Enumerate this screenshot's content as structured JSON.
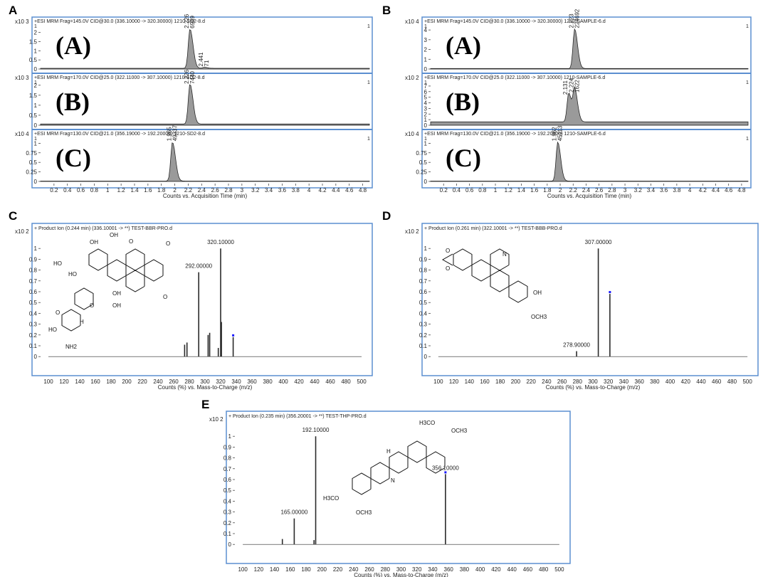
{
  "figure_labels": [
    "A",
    "B",
    "C",
    "D",
    "E"
  ],
  "colors": {
    "frame": "#5b8fd0",
    "trace": "#2a2a2a",
    "peak_fill": "#9a9a9a",
    "precursor_marker": "#1a1aff"
  },
  "chart_data": [
    {
      "id": "A",
      "type": "line",
      "xlabel": "Counts vs. Acquisition Time (min)",
      "xlim": [
        0,
        4.9
      ],
      "xticks": [
        "0.2",
        "0.4",
        "0.6",
        "0.8",
        "1",
        "1.2",
        "1.4",
        "1.6",
        "1.8",
        "2",
        "2.2",
        "2.4",
        "2.6",
        "2.8",
        "3",
        "3.2",
        "3.4",
        "3.6",
        "3.8",
        "4",
        "4.2",
        "4.4",
        "4.6",
        "4.8"
      ],
      "traces": [
        {
          "header": "+ESI MRM Frag=145.0V CID@30.0 (336.10000 -> 320.30000) 1210-SD2-8.d",
          "multiplier": "x10 3",
          "panel_label": "(A)",
          "ylim": [
            0,
            2.3
          ],
          "yticks": [
            "0",
            "0.5",
            "1",
            "1.5",
            "2"
          ],
          "corner_marks": [
            "1",
            "1"
          ],
          "baseline": 0.04,
          "peaks": [
            {
              "rt": 2.226,
              "height": 2.15,
              "label": "2.226",
              "sublabel": "6989"
            },
            {
              "rt": 2.441,
              "height": 0.06,
              "label": "2.441",
              "sublabel": "71"
            }
          ]
        },
        {
          "header": "+ESI MRM Frag=170.0V CID@25.0 (322.11000 -> 307.10000) 1210-SD2-8.d",
          "multiplier": "x10 3",
          "panel_label": "(B)",
          "ylim": [
            0,
            2.1
          ],
          "yticks": [
            "0",
            "0.5",
            "1",
            "1.5",
            "2"
          ],
          "corner_marks": [
            "1",
            "1"
          ],
          "baseline": 0.06,
          "peaks": [
            {
              "rt": 2.226,
              "height": 2.0,
              "label": "2.226",
              "sublabel": "7440"
            }
          ]
        },
        {
          "header": "+ESI MRM Frag=130.0V CID@21.0 (356.19000 -> 192.20000) 1210-SD2-8.d",
          "multiplier": "x10 4",
          "panel_label": "(C)",
          "ylim": [
            0,
            1.1
          ],
          "yticks": [
            "0",
            "0.25",
            "0.5",
            "0.75",
            "1"
          ],
          "corner_marks": [
            "1",
            "1"
          ],
          "baseline": 0.01,
          "peaks": [
            {
              "rt": 1.965,
              "height": 1.02,
              "label": "1.965",
              "sublabel": "49337"
            }
          ]
        }
      ]
    },
    {
      "id": "B",
      "type": "line",
      "xlabel": "Counts vs. Acquisition Time (min)",
      "xlim": [
        0,
        4.9
      ],
      "xticks": [
        "0.2",
        "0.4",
        "0.6",
        "0.8",
        "1",
        "1.2",
        "1.4",
        "1.6",
        "1.8",
        "2",
        "2.2",
        "2.4",
        "2.6",
        "2.8",
        "3",
        "3.2",
        "3.4",
        "3.6",
        "3.8",
        "4",
        "4.2",
        "4.4",
        "4.6",
        "4.8"
      ],
      "traces": [
        {
          "header": "+ESI MRM Frag=145.0V CID@30.0 (336.10000 -> 320.30000) 1210-SAMPLE-6.d",
          "multiplier": "x10 4",
          "panel_label": "(A)",
          "ylim": [
            0,
            4.3
          ],
          "yticks": [
            "0",
            "1",
            "2",
            "3",
            "4"
          ],
          "corner_marks": [
            "1",
            "1"
          ],
          "baseline": 0.05,
          "peaks": [
            {
              "rt": 2.223,
              "height": 4.05,
              "label": "2.223",
              "sublabel": "224692"
            }
          ]
        },
        {
          "header": "+ESI MRM Frag=170.0V CID@25.0 (322.11000 -> 307.10000) 1210-SAMPLE-6.d",
          "multiplier": "x10 2",
          "panel_label": "(B)",
          "ylim": [
            0,
            7.5
          ],
          "yticks": [
            "0",
            "1",
            "2",
            "3",
            "4",
            "5",
            "6",
            "7"
          ],
          "corner_marks": [
            "1",
            "1"
          ],
          "baseline": 0.6,
          "peaks": [
            {
              "rt": 2.131,
              "height": 5.2,
              "label": "2.131",
              "sublabel": ""
            },
            {
              "rt": 2.224,
              "height": 5.6,
              "label": "2.224",
              "sublabel": "1622"
            }
          ]
        },
        {
          "header": "+ESI MRM Frag=130.0V CID@21.0 (356.19000 -> 192.20000) 1210-SAMPLE-6.d",
          "multiplier": "x10 4",
          "panel_label": "(C)",
          "ylim": [
            0,
            1.1
          ],
          "yticks": [
            "0",
            "0.25",
            "0.5",
            "0.75",
            "1"
          ],
          "corner_marks": [
            "1",
            "1"
          ],
          "baseline": 0.01,
          "peaks": [
            {
              "rt": 1.962,
              "height": 1.02,
              "label": "1.962",
              "sublabel": "45113"
            }
          ]
        }
      ]
    },
    {
      "id": "C",
      "type": "bar",
      "header": "+ Product Ion (0.244 min) (336.10001 -> **) TEST-BBR-PRO.d",
      "multiplier": "x10 2",
      "xlabel": "Counts (%) vs. Mass-to-Charge (m/z)",
      "xlim": [
        90,
        510
      ],
      "ylim": [
        -0.15,
        1.1
      ],
      "xticks": [
        "100",
        "120",
        "140",
        "160",
        "180",
        "200",
        "220",
        "240",
        "260",
        "280",
        "300",
        "320",
        "340",
        "360",
        "380",
        "400",
        "420",
        "440",
        "460",
        "480",
        "500"
      ],
      "yticks": [
        "0",
        "0.1",
        "0.2",
        "0.3",
        "0.4",
        "0.5",
        "0.6",
        "0.7",
        "0.8",
        "0.9",
        "1"
      ],
      "peaks": [
        {
          "mz": 274,
          "i": 0.11
        },
        {
          "mz": 277,
          "i": 0.13
        },
        {
          "mz": 292,
          "i": 0.78,
          "label": "292.00000"
        },
        {
          "mz": 304,
          "i": 0.2
        },
        {
          "mz": 306,
          "i": 0.22
        },
        {
          "mz": 317,
          "i": 0.08
        },
        {
          "mz": 320,
          "i": 1.0,
          "label": "320.10000"
        },
        {
          "mz": 321,
          "i": 0.32
        },
        {
          "mz": 336,
          "i": 0.18
        }
      ],
      "precursor": {
        "mz": 336,
        "i": 0.18
      },
      "structure_labels": [
        "HO",
        "OH",
        "HO",
        "OH",
        "O",
        "O",
        "OH",
        "OH",
        "O",
        "O",
        "HO",
        "NH2",
        "H",
        "O"
      ]
    },
    {
      "id": "D",
      "type": "bar",
      "header": "+ Product Ion (0.261 min) (322.10001 -> **) TEST-BBB-PRO.d",
      "multiplier": "x10 2",
      "xlabel": "Counts (%) vs. Mass-to-Charge (m/z)",
      "xlim": [
        90,
        510
      ],
      "ylim": [
        -0.15,
        1.1
      ],
      "xticks": [
        "100",
        "120",
        "140",
        "160",
        "180",
        "200",
        "220",
        "240",
        "260",
        "280",
        "300",
        "320",
        "340",
        "360",
        "380",
        "400",
        "420",
        "440",
        "460",
        "480",
        "500"
      ],
      "yticks": [
        "0",
        "0.1",
        "0.2",
        "0.3",
        "0.4",
        "0.5",
        "0.6",
        "0.7",
        "0.8",
        "0.9",
        "1"
      ],
      "peaks": [
        {
          "mz": 278.9,
          "i": 0.05,
          "label": "278.90000"
        },
        {
          "mz": 307,
          "i": 1.0,
          "label": "307.00000"
        },
        {
          "mz": 322,
          "i": 0.58
        }
      ],
      "precursor": {
        "mz": 322,
        "i": 0.58
      },
      "structure_labels": [
        "O",
        "O",
        "N",
        "OH",
        "OCH3"
      ]
    },
    {
      "id": "E",
      "type": "bar",
      "header": "+ Product Ion (0.235 min) (356.20001 -> **) TEST-THP-PRO.d",
      "multiplier": "x10 2",
      "xlabel": "Counts (%) vs. Mass-to-Charge (m/z)",
      "xlim": [
        90,
        510
      ],
      "ylim": [
        -0.15,
        1.1
      ],
      "xticks": [
        "100",
        "120",
        "140",
        "160",
        "180",
        "200",
        "220",
        "240",
        "260",
        "280",
        "300",
        "320",
        "340",
        "360",
        "380",
        "400",
        "420",
        "440",
        "460",
        "480",
        "500"
      ],
      "yticks": [
        "0",
        "0.1",
        "0.2",
        "0.3",
        "0.4",
        "0.5",
        "0.6",
        "0.7",
        "0.8",
        "0.9",
        "1"
      ],
      "peaks": [
        {
          "mz": 150,
          "i": 0.05
        },
        {
          "mz": 165,
          "i": 0.24,
          "label": "165.00000"
        },
        {
          "mz": 190,
          "i": 0.04
        },
        {
          "mz": 192.1,
          "i": 1.0,
          "label": "192.10000"
        },
        {
          "mz": 356.1,
          "i": 0.65,
          "label": "356.10000"
        }
      ],
      "precursor": {
        "mz": 356.1,
        "i": 0.65
      },
      "structure_labels": [
        "H3CO",
        "OCH3",
        "H",
        "N",
        "H3CO",
        "OCH3"
      ]
    }
  ]
}
